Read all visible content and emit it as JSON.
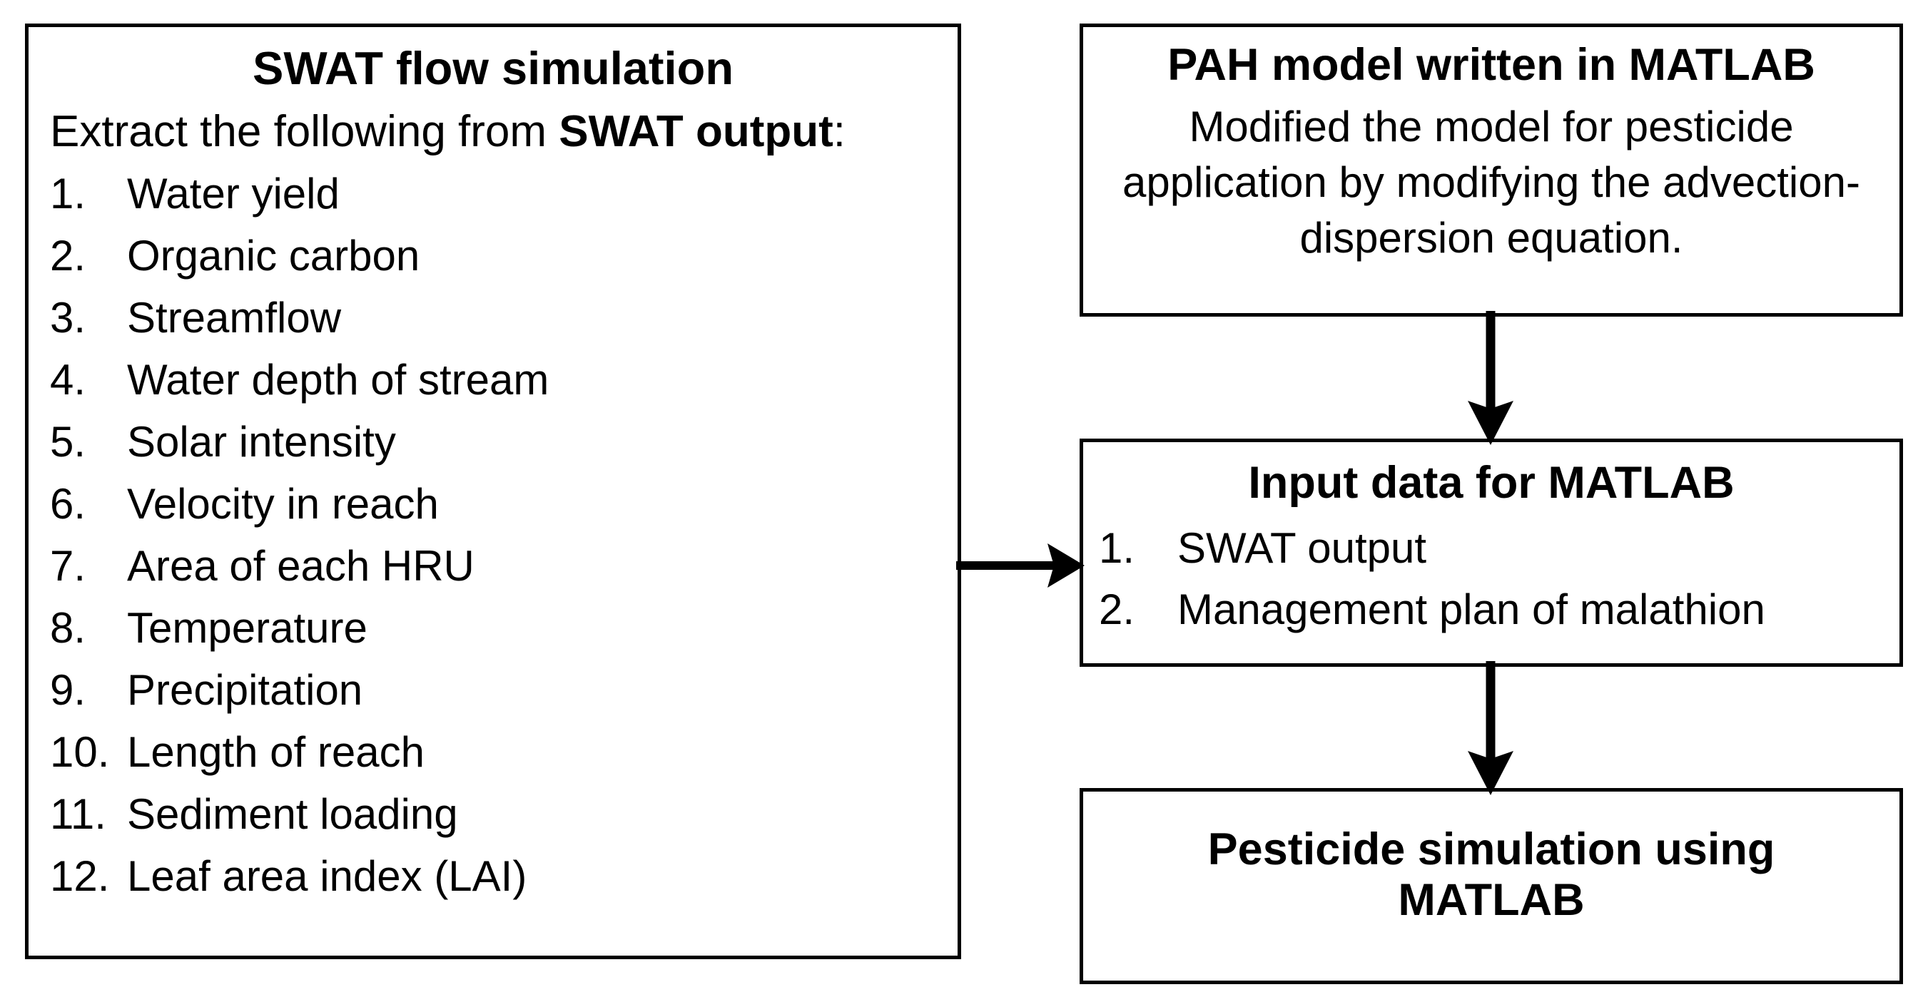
{
  "diagram": {
    "title": "SWAT flow simulation and MATLAB PAH pesticide model workflow",
    "colors": {
      "background": "#ffffff",
      "box_border": "#000000",
      "text": "#000000",
      "arrow": "#000000"
    }
  },
  "boxes": {
    "swat": {
      "title": "SWAT flow simulation",
      "lead_prefix": "Extract the following from ",
      "lead_bold": "SWAT output",
      "lead_suffix": ":",
      "items": [
        {
          "num": "1.",
          "label": "Water yield"
        },
        {
          "num": "2.",
          "label": "Organic carbon"
        },
        {
          "num": "3.",
          "label": "Streamflow"
        },
        {
          "num": "4.",
          "label": "Water depth of stream"
        },
        {
          "num": "5.",
          "label": "Solar intensity"
        },
        {
          "num": "6.",
          "label": "Velocity in reach"
        },
        {
          "num": "7.",
          "label": "Area of each HRU"
        },
        {
          "num": "8.",
          "label": "Temperature"
        },
        {
          "num": "9.",
          "label": "Precipitation"
        },
        {
          "num": "10.",
          "label": "Length of reach"
        },
        {
          "num": "11.",
          "label": "Sediment loading"
        },
        {
          "num": "12.",
          "label": "Leaf area index (LAI)"
        }
      ]
    },
    "pah": {
      "title": "PAH model written in MATLAB",
      "body": "Modified the model for pesticide application by modifying the advection-dispersion equation."
    },
    "input": {
      "title": "Input data for MATLAB",
      "items": [
        {
          "num": "1.",
          "label": "SWAT output"
        },
        {
          "num": "2.",
          "label": "Management plan of malathion"
        }
      ]
    },
    "pesticide": {
      "title": "Pesticide simulation using\nMATLAB"
    }
  },
  "arrows": [
    {
      "name": "swat-to-input",
      "from": "swat",
      "to": "input",
      "direction": "right"
    },
    {
      "name": "pah-to-input",
      "from": "pah",
      "to": "input",
      "direction": "down"
    },
    {
      "name": "input-to-pesticide",
      "from": "input",
      "to": "pesticide",
      "direction": "down"
    }
  ]
}
